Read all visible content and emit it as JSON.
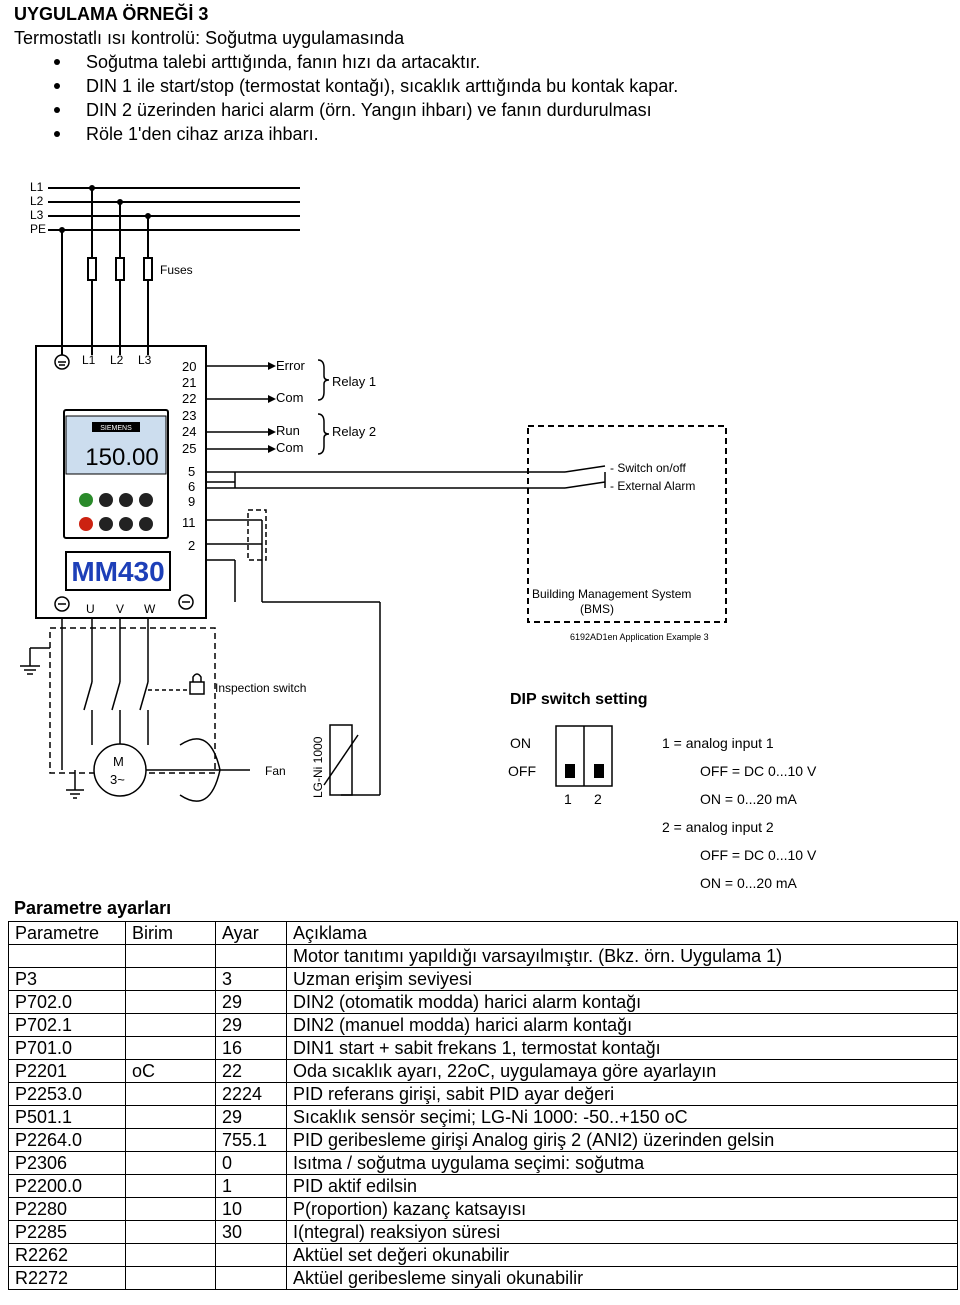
{
  "header": {
    "title": "UYGULAMA ÖRNEĞİ 3",
    "subtitle": "Termostatlı ısı kontrolü: Soğutma uygulamasında",
    "bullets": [
      "Soğutma talebi arttığında, fanın hızı da artacaktır.",
      "DIN 1 ile start/stop (termostat kontağı), sıcaklık arttığında bu kontak kapar.",
      "DIN 2 üzerinden harici alarm (örn. Yangın ihbarı) ve fanın durdurulması",
      "Röle 1'den cihaz arıza ihbarı."
    ]
  },
  "diagram": {
    "mains": [
      "L1",
      "L2",
      "L3",
      "PE"
    ],
    "fuses_label": "Fuses",
    "inverter_inputs": [
      "L1",
      "L2",
      "L3"
    ],
    "terminals": [
      "20",
      "21",
      "22",
      "23",
      "24",
      "25",
      "5",
      "6",
      "9",
      "11",
      "2"
    ],
    "terminal_signals": [
      "Error",
      "Com",
      "Run",
      "Com"
    ],
    "relay1_label": "Relay 1",
    "relay2_label": "Relay 2",
    "display_value": "150.00",
    "display_brand": "SIEMENS",
    "model_label": "MM430",
    "output_terminals": [
      "U",
      "V",
      "W"
    ],
    "bms_signals": [
      "- Switch on/off",
      "- External Alarm"
    ],
    "bms_label_line1": "Building Management System",
    "bms_label_line2": "(BMS)",
    "drawing_ref": "6192AD1en  Application Example 3",
    "inspection_switch_label": "Inspection switch",
    "motor_label": "M",
    "motor_phase": "3~",
    "fan_label": "Fan",
    "sensor_label": "LG-Ni 1000",
    "dip_title": "DIP switch setting",
    "dip_on": "ON",
    "dip_off": "OFF",
    "dip_numbers": [
      "1",
      "2"
    ],
    "dip_desc": [
      "1 =  analog input 1",
      "OFF = DC 0...10 V",
      "ON  = 0...20 mA",
      "2 =  analog input 2",
      "OFF = DC 0...10 V",
      "ON  = 0...20 mA"
    ]
  },
  "params": {
    "title": "Parametre ayarları",
    "headers": [
      "Parametre",
      "Birim",
      "Ayar",
      "Açıklama"
    ],
    "rows": [
      [
        "",
        "",
        "",
        "Motor tanıtımı yapıldığı varsayılmıştır. (Bkz. örn. Uygulama 1)"
      ],
      [
        "P3",
        "",
        "3",
        "Uzman erişim seviyesi"
      ],
      [
        "P702.0",
        "",
        "29",
        "DIN2 (otomatik modda) harici alarm kontağı"
      ],
      [
        "P702.1",
        "",
        "29",
        "DIN2 (manuel modda) harici alarm kontağı"
      ],
      [
        "P701.0",
        "",
        "16",
        "DIN1 start + sabit frekans 1, termostat kontağı"
      ],
      [
        "P2201",
        "oC",
        "22",
        "Oda sıcaklık ayarı, 22oC, uygulamaya göre ayarlayın"
      ],
      [
        "P2253.0",
        "",
        "2224",
        "PID referans girişi, sabit PID ayar değeri"
      ],
      [
        "P501.1",
        "",
        "29",
        "Sıcaklık sensör seçimi; LG-Ni 1000: -50..+150 oC"
      ],
      [
        "P2264.0",
        "",
        "755.1",
        "PID geribesleme girişi Analog giriş 2 (ANI2) üzerinden gelsin"
      ],
      [
        "P2306",
        "",
        "0",
        "Isıtma / soğutma uygulama seçimi: soğutma"
      ],
      [
        "P2200.0",
        "",
        "1",
        "PID aktif edilsin"
      ],
      [
        "P2280",
        "",
        "10",
        "P(roportion) kazanç katsayısı"
      ],
      [
        "P2285",
        "",
        "30",
        "I(ntegral) reaksiyon süresi"
      ],
      [
        "R2262",
        "",
        "",
        "Aktüel set değeri okunabilir"
      ],
      [
        "R2272",
        "",
        "",
        "Aktüel geribesleme sinyali okunabilir"
      ]
    ]
  }
}
